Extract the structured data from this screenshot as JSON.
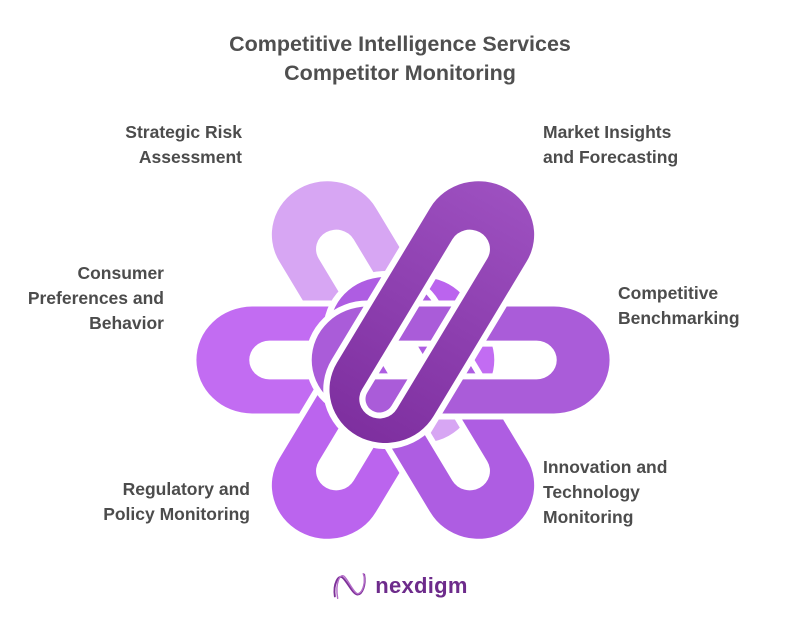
{
  "title": {
    "line1": "Competitive Intelligence Services",
    "line2": "Competitor Monitoring"
  },
  "services": [
    {
      "label": "Strategic Risk\nAssessment",
      "petal": "top-left",
      "color": "#d7a6f3",
      "angle": 240
    },
    {
      "label": "Market Insights\nand Forecasting",
      "petal": "top-right",
      "color": "#9d50c0",
      "color2": "#7e2f9f",
      "angle": 300
    },
    {
      "label": "Consumer\nPreferences and\nBehavior",
      "petal": "left",
      "color": "#c26cf2",
      "angle": 180
    },
    {
      "label": "Competitive\nBenchmarking",
      "petal": "right",
      "color": "#aa5cd9",
      "angle": 0
    },
    {
      "label": "Regulatory and\nPolicy Monitoring",
      "petal": "bottom-left",
      "color": "#bb64ee",
      "angle": 120
    },
    {
      "label": "Innovation and\nTechnology\nMonitoring",
      "petal": "bottom-right",
      "color": "#ae5de2",
      "angle": 60
    }
  ],
  "knot": {
    "draw_order": [
      0,
      2,
      4,
      5,
      3,
      1
    ],
    "halo_color": "#ffffff"
  },
  "logo": {
    "wordmark": "nexdigm",
    "color": "#6d2b8b",
    "icon": "nexdigm-n-wave-icon",
    "icon_colors": [
      "#7d3098",
      "#b36cc8"
    ]
  },
  "colors": {
    "background": "#ffffff",
    "heading_text": "#4f4f4f",
    "label_text": "#4c4c4c"
  }
}
